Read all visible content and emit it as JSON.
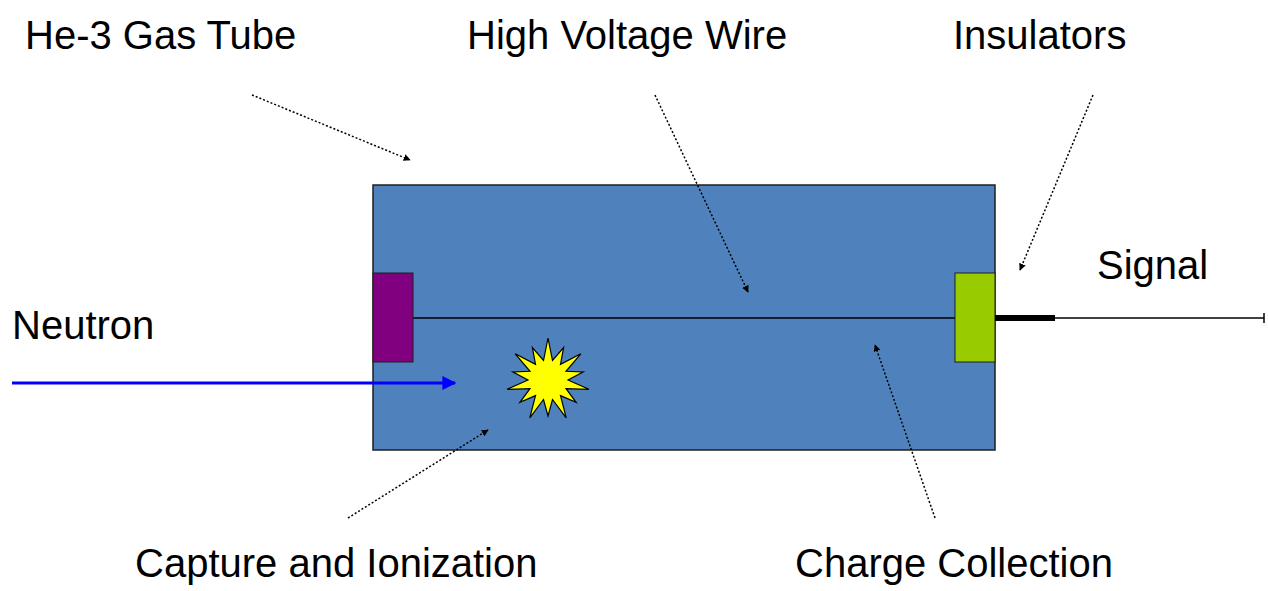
{
  "diagram": {
    "labels": [
      "He-3 Gas Tube",
      "High Voltage Wire",
      "Insulators",
      "Signal",
      "Neutron",
      "Capture and Ionization",
      "Charge Collection"
    ]
  }
}
